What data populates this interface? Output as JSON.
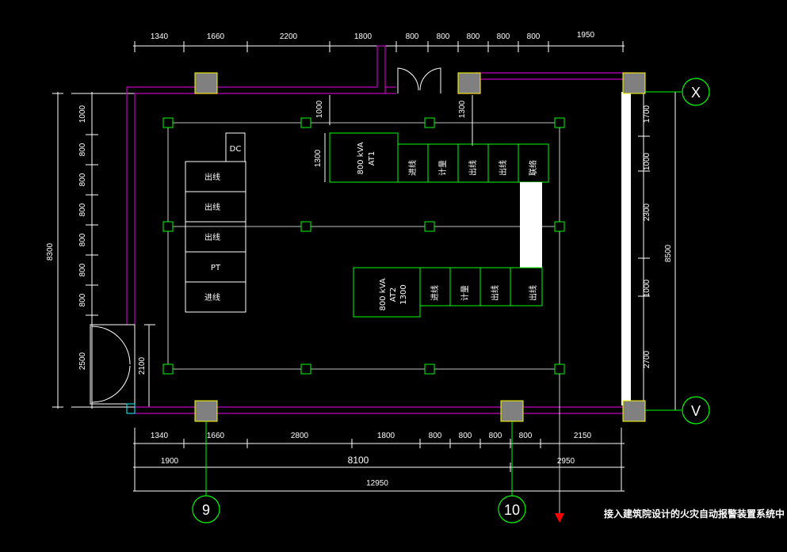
{
  "colors": {
    "background": "#000000",
    "dimension_line": "#ffffff",
    "equipment_outline": "#00ff00",
    "wall_line": "#c000c0",
    "column_fill": "#808080",
    "column_edge": "#ffff00",
    "grid_bubble": "#00ff00",
    "north_marker": "#ff0000"
  },
  "dimensions": {
    "top_segments": [
      "1340",
      "1660",
      "2200",
      "1800",
      "800",
      "800",
      "800",
      "800",
      "800",
      "1950"
    ],
    "bottom_segments": [
      "1340",
      "1660",
      "2800",
      "1800",
      "800",
      "800",
      "800",
      "800",
      "2150"
    ],
    "bottom_mid": [
      "1900",
      "8100",
      "2950"
    ],
    "bottom_total": "12950",
    "left_segments": [
      "1000",
      "800",
      "800",
      "800",
      "800",
      "800",
      "800",
      "2500"
    ],
    "left_total": "8300",
    "door_width": "2100",
    "right_segments": [
      "1700",
      "1000",
      "2300",
      "1000",
      "2700"
    ],
    "right_total": "8500",
    "inner_1000": "1000",
    "inner_1300_top": "1300",
    "inner_1300_left": "1300"
  },
  "equipment": {
    "left_column": [
      "DC",
      "出线",
      "出线",
      "出线",
      "PT",
      "进线"
    ],
    "transformer_1": {
      "line1": "800 kVA",
      "line2": "AT1"
    },
    "transformer_2": {
      "line1": "800 kVA",
      "line2": "AT2",
      "line3": "1300"
    },
    "top_row": [
      "进线",
      "计量",
      "出线",
      "出线",
      "联络"
    ],
    "bottom_row": [
      "进线",
      "计量",
      "出线",
      "出线"
    ]
  },
  "axes": {
    "x": "X",
    "v": "V",
    "nine": "9",
    "ten": "10"
  },
  "note": "接入建筑院设计的火灾自动报警装置系统中"
}
